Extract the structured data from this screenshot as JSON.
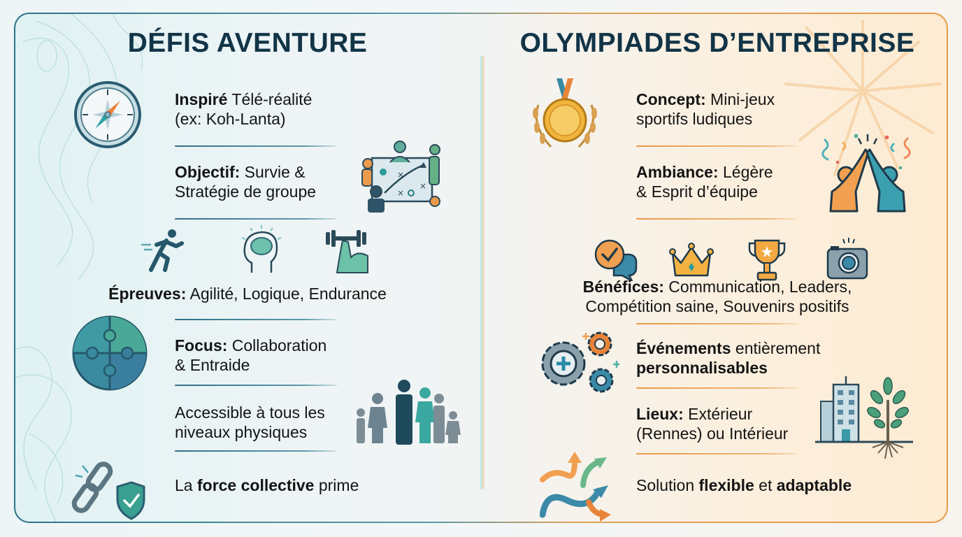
{
  "left_panel": {
    "title": "DÉFIS AVENTURE",
    "accent_color": "#2f6f86",
    "items": [
      {
        "icon": "compass-icon",
        "bold": "Inspiré",
        "rest": " Télé-réalité",
        "line2": "(ex: Koh-Lanta)"
      },
      {
        "icon": "team-strategy-icon",
        "bold": "Objectif:",
        "rest": " Survie &",
        "line2": "Stratégie de groupe"
      },
      {
        "icons": [
          "running-icon",
          "brain-icon",
          "strength-icon"
        ],
        "bold": "Épreuves:",
        "rest": " Agilité, Logique, Endurance"
      },
      {
        "icon": "puzzle-icon",
        "bold": "Focus:",
        "rest": " Collaboration",
        "line2": "& Entraide"
      },
      {
        "icon": "people-group-icon",
        "line1": "Accessible à tous les",
        "line2": "niveaux physiques"
      },
      {
        "icon": "chain-shield-icon",
        "pre": "La ",
        "bold": "force collective",
        "rest": " prime"
      }
    ]
  },
  "right_panel": {
    "title": "OLYMPIADES D’ENTREPRISE",
    "accent_color": "#e89a48",
    "items": [
      {
        "icon": "medal-icon",
        "bold": "Concept:",
        "rest": " Mini-jeux",
        "line2": "sportifs ludiques"
      },
      {
        "icon": "high-five-icon",
        "bold": "Ambiance:",
        "rest": " Légère",
        "line2": "& Esprit d’équipe"
      },
      {
        "icons": [
          "chat-check-icon",
          "crown-icon",
          "trophy-icon",
          "camera-icon"
        ],
        "bold": "Bénéfices:",
        "rest": " Communication, Leaders,",
        "line2": "Compétition saine, Souvenirs positifs"
      },
      {
        "icon": "gears-icon",
        "bold": "Événements",
        "rest": " entièrement",
        "line2_bold": "personnalisables"
      },
      {
        "icon": "building-tree-icon",
        "bold": "Lieux:",
        "rest": " Extérieur",
        "line2": "(Rennes) ou Intérieur"
      },
      {
        "icon": "flexible-arrows-icon",
        "pre": "Solution ",
        "bold": "flexible",
        "mid": " et ",
        "bold2": "adaptable"
      }
    ]
  }
}
